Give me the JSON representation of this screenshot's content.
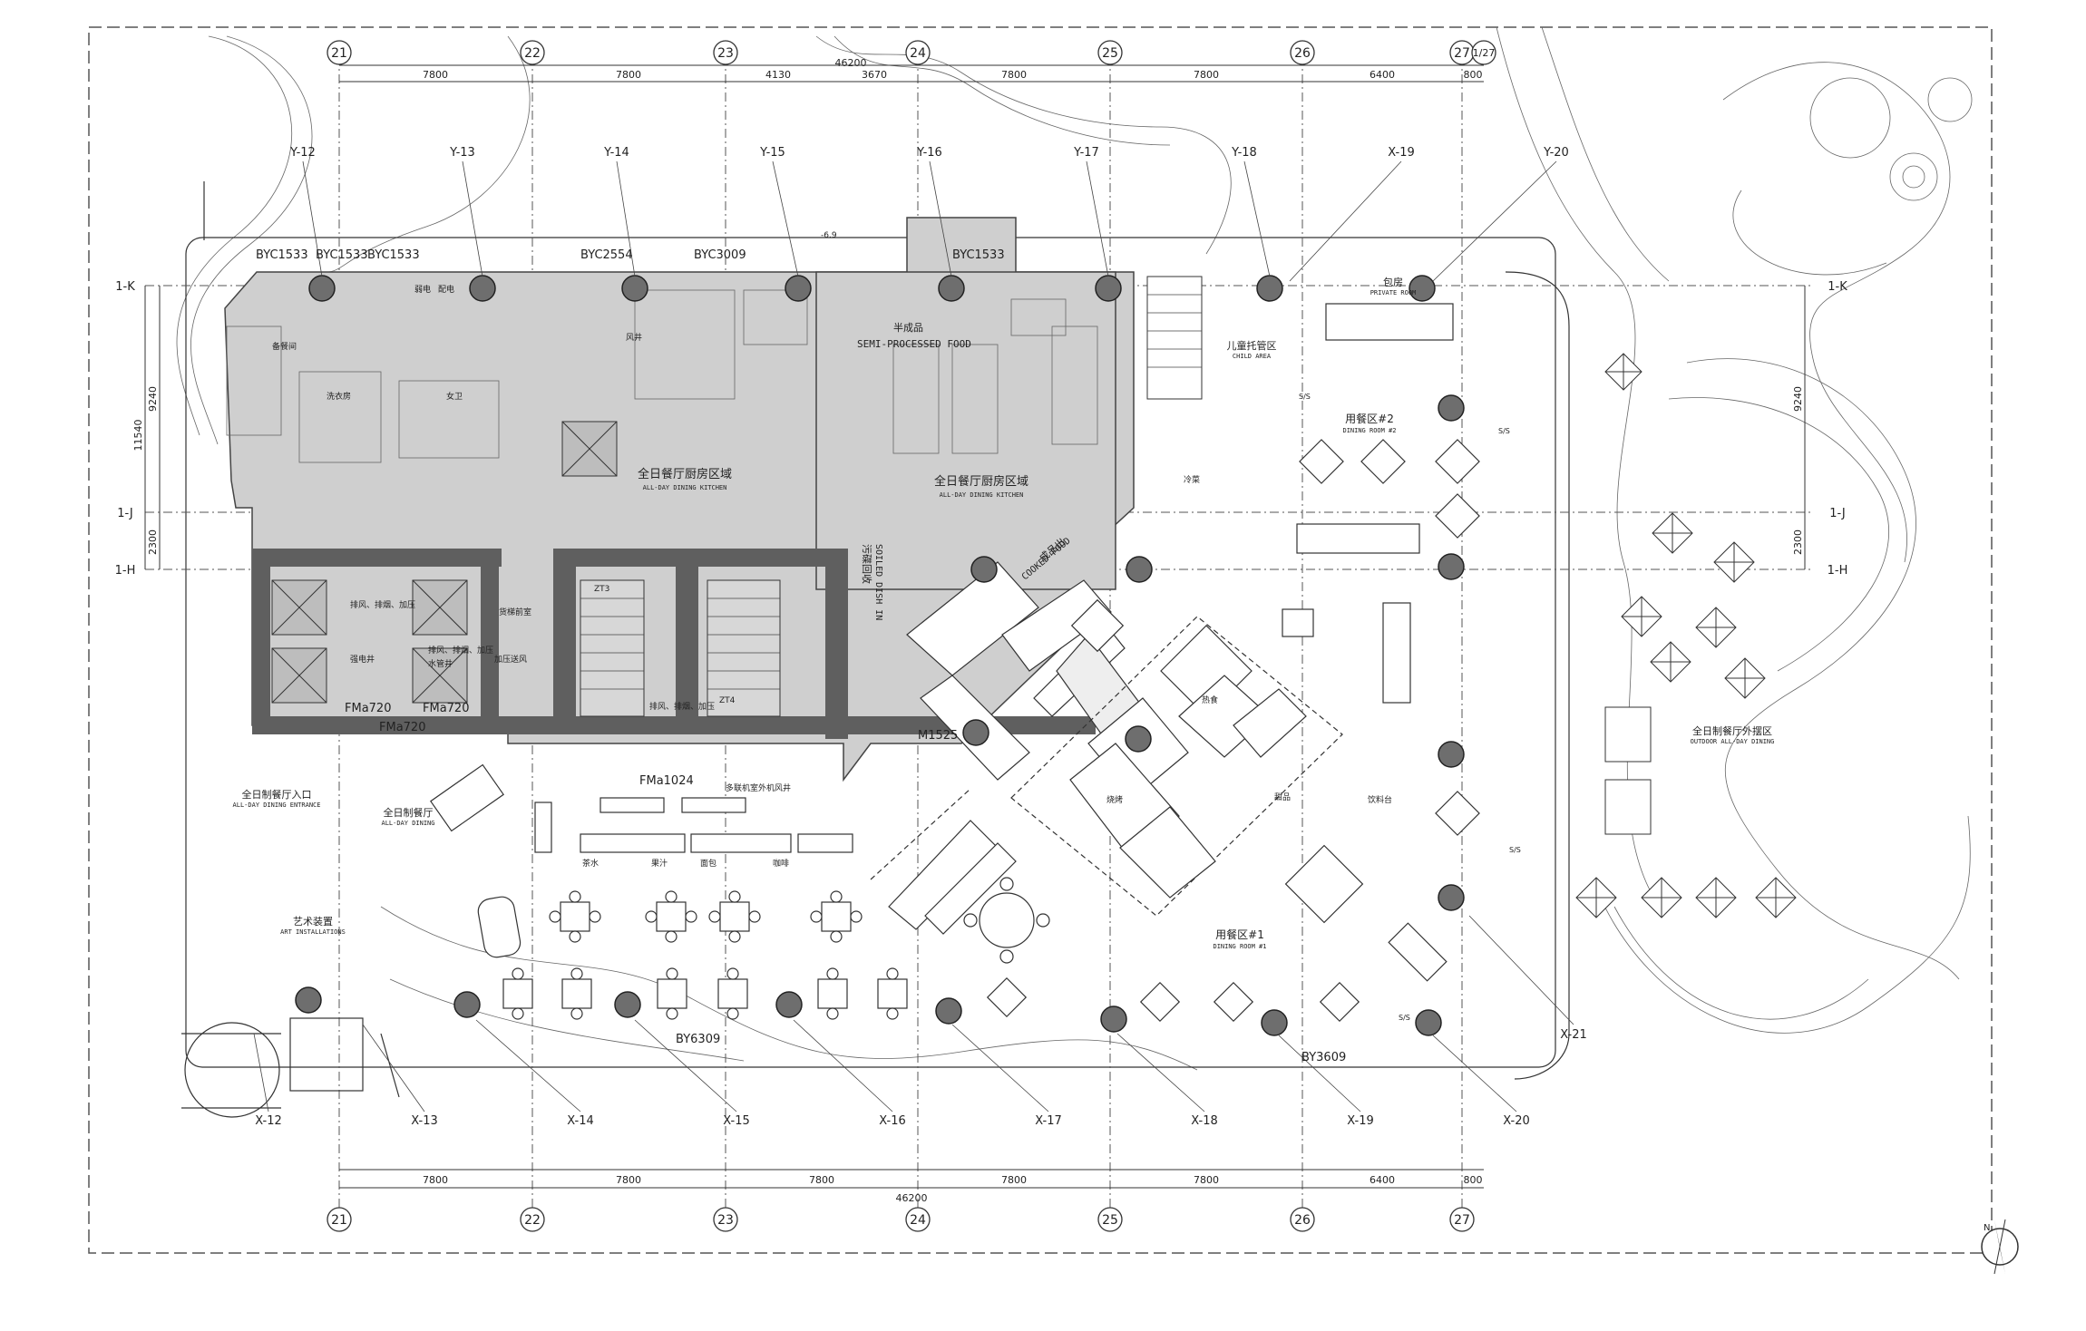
{
  "top_axes": [
    "21",
    "22",
    "23",
    "24",
    "25",
    "26",
    "27",
    "1/27"
  ],
  "bottom_axes": [
    "21",
    "22",
    "23",
    "24",
    "25",
    "26",
    "27"
  ],
  "top_dims": [
    "7800",
    "7800",
    "4130",
    "3670",
    "7800",
    "7800",
    "6400",
    "800"
  ],
  "top_total": "46200",
  "bottom_dims": [
    "7800",
    "7800",
    "7800",
    "7800",
    "7800",
    "6400",
    "800"
  ],
  "bottom_total": "46200",
  "y_axes_top": [
    "Y-12",
    "Y-13",
    "Y-14",
    "Y-15",
    "Y-16",
    "Y-17",
    "Y-18",
    "X-19",
    "Y-20"
  ],
  "x_axes_bottom": [
    "X-12",
    "X-13",
    "X-14",
    "X-15",
    "X-16",
    "X-17",
    "X-18",
    "X-19",
    "X-20",
    "X-21"
  ],
  "row_axes": [
    "1-K",
    "1-J",
    "1-H"
  ],
  "row_dims": {
    "outer": "11540",
    "span1": "9240",
    "span2": "2300"
  },
  "door_tags": {
    "byc_left_a": "BYC1533",
    "byc_left_b": "BYC1533",
    "byc_left_c": "BYC1533",
    "byc_2554": "BYC2554",
    "byc_3009": "BYC3009",
    "byc_1533": "BYC1533",
    "by6309": "BY6309",
    "by3609": "BY3609",
    "fm0720_a": "FMа720",
    "fm0720_b": "FMа720",
    "fm0720_c": "FMа720",
    "fm1024": "FMа1024",
    "m1525": "M1525",
    "level_mark": "-6.9"
  },
  "labels": {
    "kitchen_left_cn": "全日餐厅厨房区域",
    "kitchen_left_en": "ALL-DAY DINING KITCHEN",
    "kitchen_right_cn": "全日餐厅厨房区域",
    "kitchen_right_en": "ALL-DAY DINING KITCHEN",
    "semi_cn": "半成品",
    "semi_en": "SEMI-PROCESSED FOOD",
    "soiled_cn": "污碟回收",
    "soiled_en": "SOILED DISH IN",
    "cooked_cn": "成品出",
    "cooked_en": "COOKED FOOD",
    "entrance_cn": "全日制餐厅入口",
    "entrance_en": "ALL-DAY DINING ENTRANCE",
    "dining_cn": "全日制餐厅",
    "dining_en": "ALL-DAY DINING",
    "art_cn": "艺术装置",
    "art_en": "ART INSTALLATIONS",
    "dr1_cn": "用餐区#1",
    "dr1_en": "DINING ROOM #1",
    "dr2_cn": "用餐区#2",
    "dr2_en": "DINING ROOM #2",
    "private_cn": "包房",
    "private_en": "PRIVATE ROOM",
    "child_cn": "儿童托管区",
    "child_en": "CHILD AREA",
    "outdoor_cn": "全日制餐厅外摆区",
    "outdoor_en": "OUTDOOR ALL-DAY DINING",
    "room_bei": "备餐间",
    "room_wash": "洗衣房",
    "room_nv": "女卫",
    "room_feng": "风井",
    "room_pd": "配电",
    "room_ruo": "弱电",
    "room_lift": "货梯前室",
    "pass_a": "排风、排烟、加压",
    "pass_b": "排风、排烟、加压",
    "pass_c": "排风、排烟、加压",
    "power": "强电井",
    "water": "水管井",
    "pressure": "加压送风",
    "shaft_bottom": "多联机室外机风井",
    "cold": "冷菜",
    "ss_a": "S/S",
    "ss_b": "S/S",
    "ss_c": "S/S",
    "ss_d": "S/S",
    "station_a": "饮料台",
    "station_b": "热食",
    "station_c": "烧烤",
    "station_d": "甜品",
    "counter_a": "茶水",
    "counter_b": "果汁",
    "counter_c": "面包",
    "counter_d": "咖啡",
    "stair_a": "ZT3",
    "stair_b": "ZT4"
  }
}
